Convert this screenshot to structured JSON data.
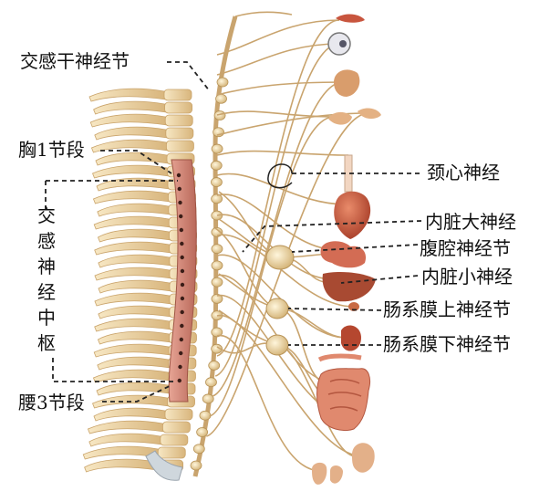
{
  "labels": {
    "sympathetic_trunk_ganglion": "交感干神经节",
    "thoracic_1": "胸1节段",
    "sympathetic_center_chars": [
      "交",
      "感",
      "神",
      "经",
      "中",
      "枢"
    ],
    "lumbar_3": "腰3节段",
    "cervical_cardiac_nerve": "颈心神经",
    "greater_splanchnic_nerve": "内脏大神经",
    "celiac_ganglion": "腹腔神经节",
    "lesser_splanchnic_nerve": "内脏小神经",
    "superior_mesenteric_ganglion": "肠系膜上神经节",
    "inferior_mesenteric_ganglion": "肠系膜下神经节"
  },
  "colors": {
    "vertebra": "#f2d9a8",
    "vertebra_edge": "#c9a36a",
    "spinal_cord": "#d98a7a",
    "spinal_cord_dark": "#b9685a",
    "nerve": "#c9a46e",
    "ganglion": "#f0e0b4",
    "organ_red": "#c8553e",
    "leader_line": "#222222"
  }
}
